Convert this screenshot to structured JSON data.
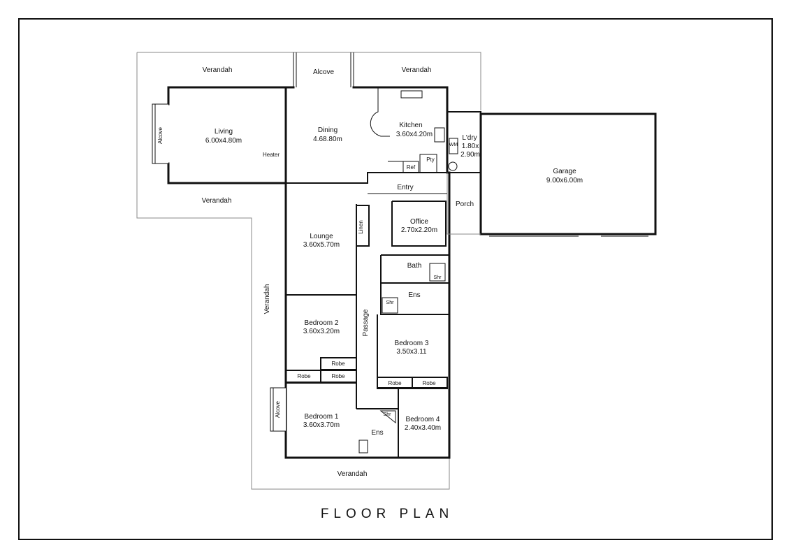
{
  "title": "FLOOR PLAN",
  "rooms": {
    "verandah_top_left": "Verandah",
    "alcove_top": "Alcove",
    "verandah_top_right": "Verandah",
    "living_name": "Living",
    "living_size": "6.00x4.80m",
    "alcove_living": "Alcove",
    "heater": "Heater",
    "dining_name": "Dining",
    "dining_size": "4.68.80m",
    "kitchen_name": "Kitchen",
    "kitchen_size": "3.60x4.20m",
    "ref": "Ref",
    "pty": "Pty",
    "wm": "WM",
    "laundry_name": "L'dry",
    "laundry_size_1": "1.80x",
    "laundry_size_2": "2.90m",
    "garage_name": "Garage",
    "garage_size": "9.00x6.00m",
    "verandah_mid": "Verandah",
    "entry": "Entry",
    "porch": "Porch",
    "office_name": "Office",
    "office_size": "2.70x2.20m",
    "linen": "Linen",
    "lounge_name": "Lounge",
    "lounge_size": "3.60x5.70m",
    "bath": "Bath",
    "shr_bath": "Shr",
    "ens_top": "Ens",
    "shr_ens_top": "Shr",
    "verandah_side": "Verandah",
    "passage": "Passage",
    "bedroom2_name": "Bedroom 2",
    "bedroom2_size": "3.60x3.20m",
    "bedroom3_name": "Bedroom 3",
    "bedroom3_size": "3.50x3.11",
    "robe_b2": "Robe",
    "robe_left": "Robe",
    "robe_mid": "Robe",
    "robe_b3_left": "Robe",
    "robe_b3_right": "Robe",
    "bedroom1_name": "Bedroom 1",
    "bedroom1_size": "3.60x3.70m",
    "alcove_b1": "Alcove",
    "ens_bottom": "Ens",
    "shr_ens_bottom": "Shr",
    "bedroom4_name": "Bedroom 4",
    "bedroom4_size": "2.40x3.40m",
    "verandah_bottom": "Verandah"
  }
}
